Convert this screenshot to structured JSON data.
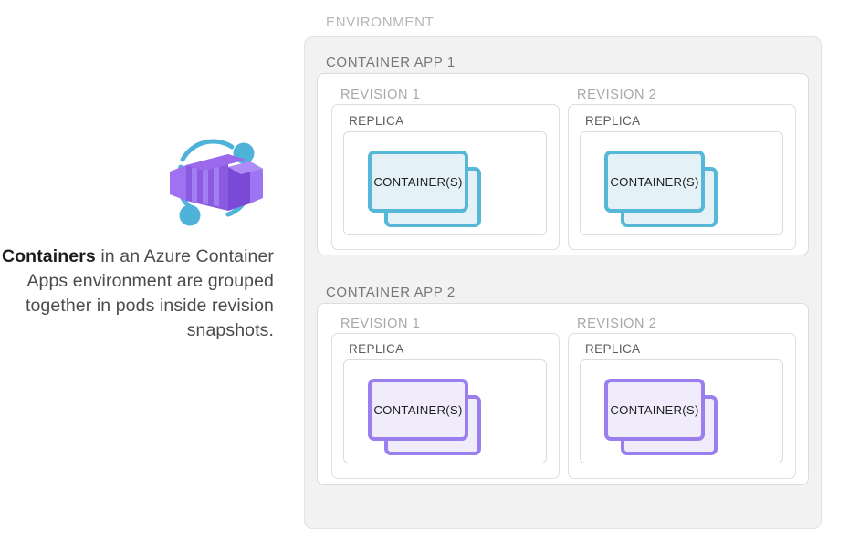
{
  "caption": {
    "bold_word": "Containers",
    "rest": " in an Azure Container Apps environment are grouped together in pods inside revision snapshots."
  },
  "logo": {
    "name": "azure-container-apps-logo",
    "ring_color": "#4FB3D9",
    "dot_color": "#4FB3D9",
    "box_light": "#A071F0",
    "box_mid": "#8A5AE0",
    "box_dark": "#6B3FC4"
  },
  "diagram": {
    "environment": {
      "label": "ENVIRONMENT",
      "label_color": "#b6b6b6",
      "fill": "#f2f2f2",
      "border": "#e3e3e3"
    },
    "container_apps": [
      {
        "label": "CONTAINER APP 1",
        "accent": "#56b7d6",
        "card_fill": "#e4f2f8",
        "revisions": [
          {
            "label": "REVISION 1",
            "replica": {
              "label": "REPLICA",
              "container_label": "CONTAINER(S)"
            }
          },
          {
            "label": "REVISION 2",
            "replica": {
              "label": "REPLICA",
              "container_label": "CONTAINER(S)"
            }
          }
        ]
      },
      {
        "label": "CONTAINER APP 2",
        "accent": "#9b7fee",
        "card_fill": "#f1ecfc",
        "revisions": [
          {
            "label": "REVISION 1",
            "replica": {
              "label": "REPLICA",
              "container_label": "CONTAINER(S)"
            }
          },
          {
            "label": "REVISION 2",
            "replica": {
              "label": "REPLICA",
              "container_label": "CONTAINER(S)"
            }
          }
        ]
      }
    ]
  }
}
